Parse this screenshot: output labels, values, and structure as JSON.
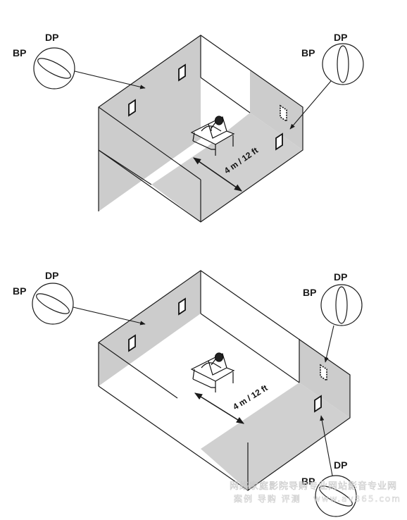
{
  "labels": {
    "dp": "DP",
    "bp": "BP",
    "distance": "4 m / 12 ft"
  },
  "watermark": {
    "line1": "网络家庭影院导购专业网站影音专业网",
    "line2": "案例 导购 评测",
    "url": "www.av365.com"
  },
  "colors": {
    "wall": "#cccccc",
    "floor_light": "#d0d0d0",
    "line": "#1a1a1a",
    "background": "#ffffff"
  }
}
